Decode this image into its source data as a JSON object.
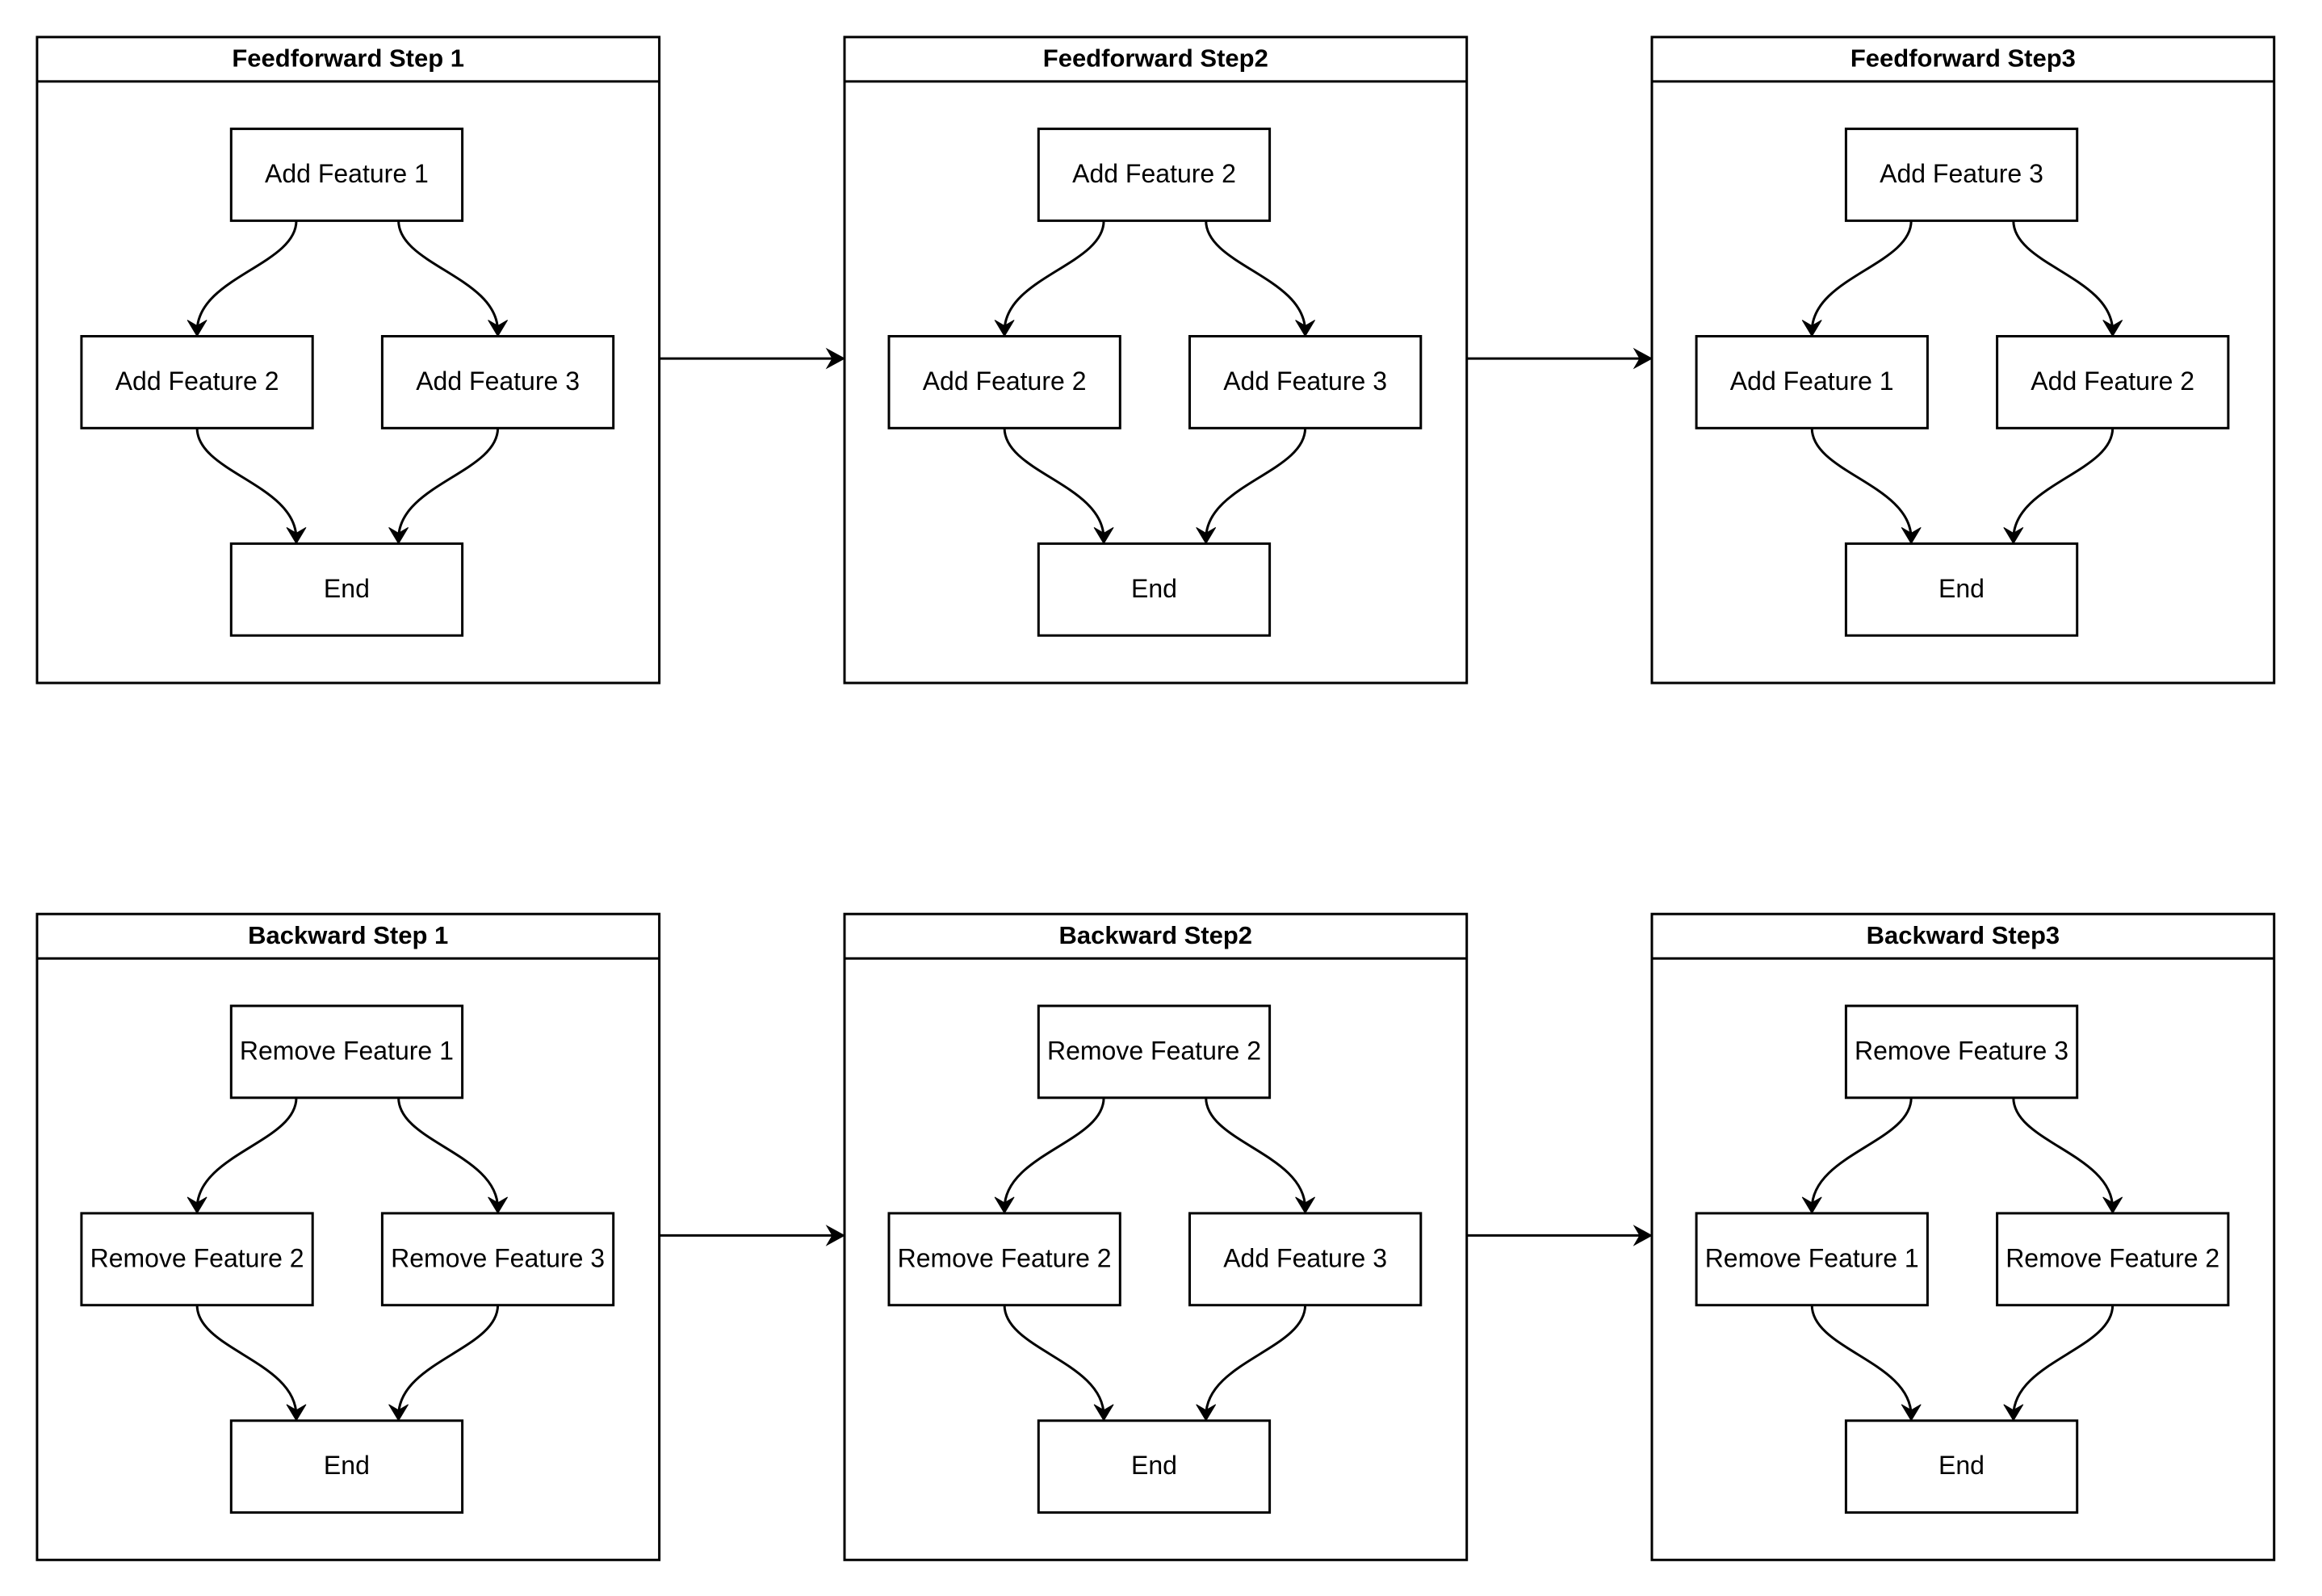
{
  "panels": [
    {
      "title": "Feedforward Step 1",
      "nodes": [
        "Add Feature 1",
        "Add Feature 2",
        "Add Feature 3",
        "End"
      ]
    },
    {
      "title": "Feedforward Step2",
      "nodes": [
        "Add Feature 2",
        "Add Feature 2",
        "Add Feature 3",
        "End"
      ]
    },
    {
      "title": "Feedforward Step3",
      "nodes": [
        "Add Feature 3",
        "Add Feature 1",
        "Add Feature 2",
        "End"
      ]
    },
    {
      "title": "Backward Step 1",
      "nodes": [
        "Remove Feature 1",
        "Remove Feature 2",
        "Remove Feature 3",
        "End"
      ]
    },
    {
      "title": "Backward Step2",
      "nodes": [
        "Remove Feature 2",
        "Remove Feature 2",
        "Add Feature 3",
        "End"
      ]
    },
    {
      "title": "Backward Step3",
      "nodes": [
        "Remove Feature 3",
        "Remove Feature 1",
        "Remove Feature 2",
        "End"
      ]
    }
  ],
  "connections": [
    {
      "from": "Feedforward Step 1",
      "to": "Feedforward Step2"
    },
    {
      "from": "Feedforward Step2",
      "to": "Feedforward Step3"
    },
    {
      "from": "Backward Step 1",
      "to": "Backward Step2"
    },
    {
      "from": "Backward Step2",
      "to": "Backward Step3"
    }
  ]
}
